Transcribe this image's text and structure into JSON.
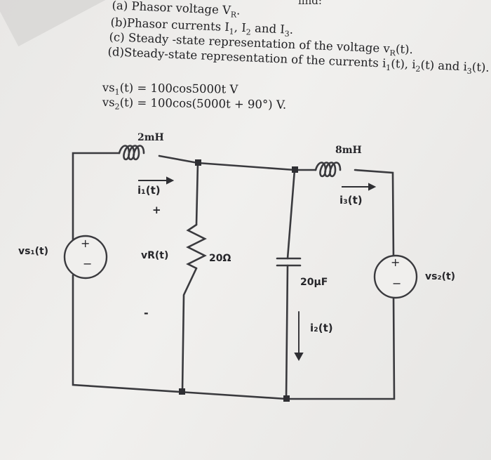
{
  "top_fragment": "iind:",
  "questions": {
    "a": "(a) Phasor voltage V",
    "a_sub": "R",
    "a_end": ".",
    "b": "(b)Phasor currents I",
    "b_s1": "1",
    "b_mid": ", I",
    "b_s2": "2",
    "b_and": " and I",
    "b_s3": "3",
    "b_end": ".",
    "c": "(c) Steady -state representation of the voltage v",
    "c_sub": "R",
    "c_end": "(t).",
    "d": "(d)Steady-state representation of the currents i",
    "d_s1": "1",
    "d_m1": "(t), i",
    "d_s2": "2",
    "d_m2": "(t) and i",
    "d_s3": "3",
    "d_end": "(t)."
  },
  "equations": {
    "vs1_lhs": "vs",
    "vs1_sub": "1",
    "vs1_rhs": "(t) = 100cos5000t V",
    "vs2_lhs": "vs",
    "vs2_sub": "2",
    "vs2_rhs": "(t) = 100cos(5000t + 90°) V."
  },
  "circuit": {
    "l1_label": "2mH",
    "l2_label": "8mH",
    "i1_label": "i₁(t)",
    "i3_label": "i₃(t)",
    "i2_label": "i₂(t)",
    "plus_mark": "+",
    "minus_mark": "-",
    "vr_label": "vR(t)",
    "r_label": "20Ω",
    "c_label": "20µF",
    "vs1_label": "vs₁(t)",
    "vs2_label": "vs₂(t)",
    "src1_plus": "+",
    "src1_minus": "−",
    "src2_plus": "+",
    "src2_minus": "−"
  },
  "colors": {
    "ink": "#1f1f22",
    "wire": "#3a3a3e",
    "paper": "#ecebe9"
  }
}
